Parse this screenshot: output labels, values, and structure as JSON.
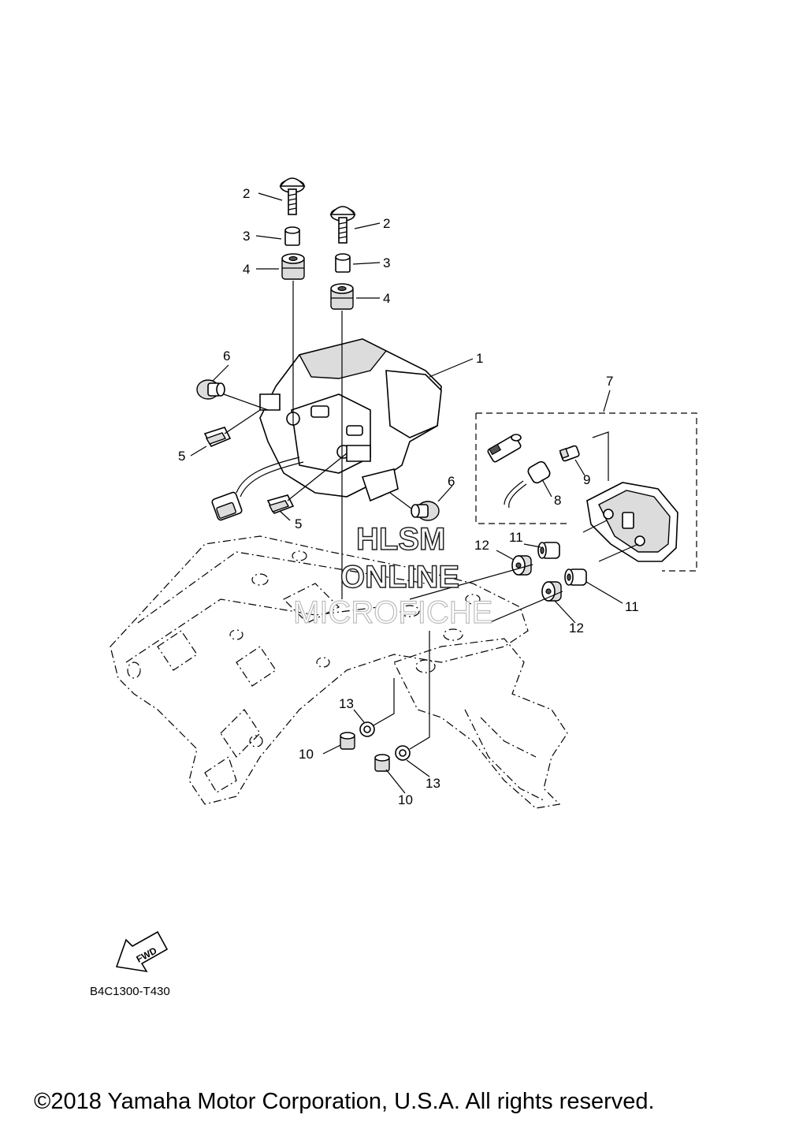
{
  "callouts": [
    {
      "id": "c1",
      "label": "1"
    },
    {
      "id": "c2a",
      "label": "2"
    },
    {
      "id": "c2b",
      "label": "2"
    },
    {
      "id": "c3a",
      "label": "3"
    },
    {
      "id": "c3b",
      "label": "3"
    },
    {
      "id": "c4a",
      "label": "4"
    },
    {
      "id": "c4b",
      "label": "4"
    },
    {
      "id": "c5a",
      "label": "5"
    },
    {
      "id": "c5b",
      "label": "5"
    },
    {
      "id": "c6a",
      "label": "6"
    },
    {
      "id": "c6b",
      "label": "6"
    },
    {
      "id": "c7",
      "label": "7"
    },
    {
      "id": "c8",
      "label": "8"
    },
    {
      "id": "c9",
      "label": "9"
    },
    {
      "id": "c10a",
      "label": "10"
    },
    {
      "id": "c10b",
      "label": "10"
    },
    {
      "id": "c11a",
      "label": "11"
    },
    {
      "id": "c11b",
      "label": "11"
    },
    {
      "id": "c12a",
      "label": "12"
    },
    {
      "id": "c12b",
      "label": "12"
    },
    {
      "id": "c13a",
      "label": "13"
    },
    {
      "id": "c13b",
      "label": "13"
    }
  ],
  "watermark": {
    "line1": "HLSM",
    "line2": "ONLINE",
    "line3": "MICROFICHE"
  },
  "fwd_label": "FWD",
  "diagram_code": "B4C1300-T430",
  "copyright": "©2018 Yamaha Motor Corporation, U.S.A. All rights reserved."
}
